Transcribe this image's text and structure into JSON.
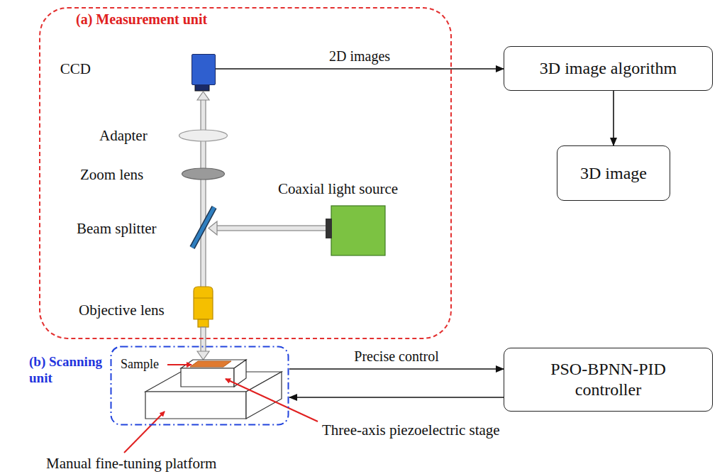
{
  "diagram": {
    "nodes": [
      {
        "text": [
          "(a) Measurement unit"
        ]
      },
      {
        "text": [
          "CCD"
        ],
        "in": 0
      },
      {
        "text": [
          "3D image algorithm"
        ]
      },
      {
        "text": [
          "3D image"
        ]
      },
      {
        "text": [
          "(b) Scanning unit"
        ]
      },
      {
        "text": [
          "PSO-BPNN-PID controller"
        ]
      }
    ],
    "edges": [
      {
        "from": 1,
        "to": 2,
        "arrow": "to",
        "label": "2D images"
      },
      {
        "from": 2,
        "to": 3,
        "arrow": "to"
      },
      {
        "from": 4,
        "to": 5,
        "arrow": "to",
        "label": "Precise control"
      },
      {
        "from": 5,
        "to": 4,
        "arrow": "to"
      }
    ],
    "labels": [
      "Adapter",
      "Zoom lens",
      "Coaxial light source",
      "Beam splitter",
      "Objective lens",
      "Sample",
      "Manual fine-tuning platform",
      "Three-axis piezoelectric stage"
    ]
  }
}
